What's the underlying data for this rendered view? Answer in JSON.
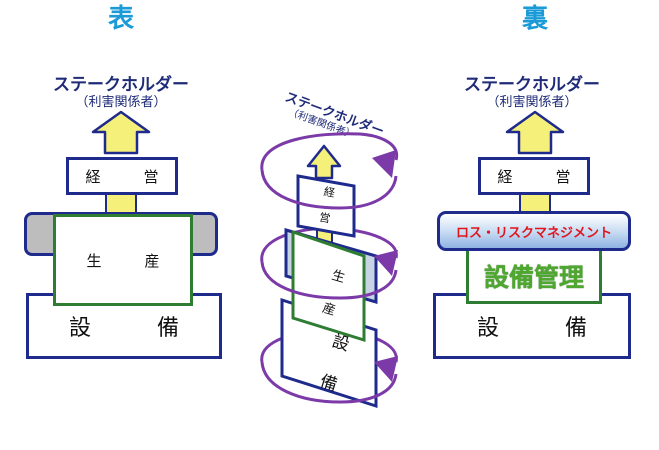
{
  "headings": {
    "front": "表",
    "back": "裏"
  },
  "stakeholder": {
    "label": "ステークホルダー",
    "sub": "（利害関係者）"
  },
  "center": {
    "stakeholder_label": "ステークホルダー",
    "stakeholder_sub": "（利害関係者）"
  },
  "blocks": {
    "management": "経　営",
    "production": "生　産",
    "equipment": "設　備",
    "risk_management": "ロス・リスクマネジメント",
    "equipment_management": "設備管理"
  },
  "colors": {
    "heading": "#1a9ad7",
    "navy_border": "#1f2b8c",
    "green_border": "#2e7d32",
    "arrow_fill": "#f5f07a",
    "arrow_stroke": "#1f2b8c",
    "rotation_arrow": "#7b3aa8",
    "risk_text": "#e0151b",
    "equipment_management_text": "#4ea72e"
  }
}
